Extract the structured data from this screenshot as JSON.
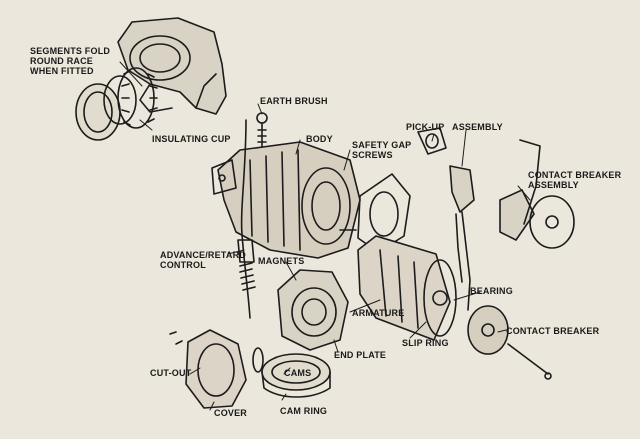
{
  "labels": {
    "segments_fold": "SEGMENTS FOLD\nROUND RACE\nWHEN FITTED",
    "insulating_cup": "INSULATING CUP",
    "earth_brush": "EARTH BRUSH",
    "body": "BODY",
    "safety_gap": "SAFETY GAP\nSCREWS",
    "pick_up": "PICK-UP",
    "assembly": "ASSEMBLY",
    "contact_breaker_assembly": "CONTACT BREAKER\nASSEMBLY",
    "advance_retard": "ADVANCE/RETARD\nCONTROL",
    "magnets": "MAGNETS",
    "armature": "ARMATURE",
    "bearing": "BEARING",
    "contact_breaker": "CONTACT BREAKER",
    "slip_ring": "SLIP RING",
    "end_plate": "END PLATE",
    "cut_out": "CUT-OUT",
    "cams": "CAMS",
    "cover": "COVER",
    "cam_ring": "CAM RING"
  }
}
